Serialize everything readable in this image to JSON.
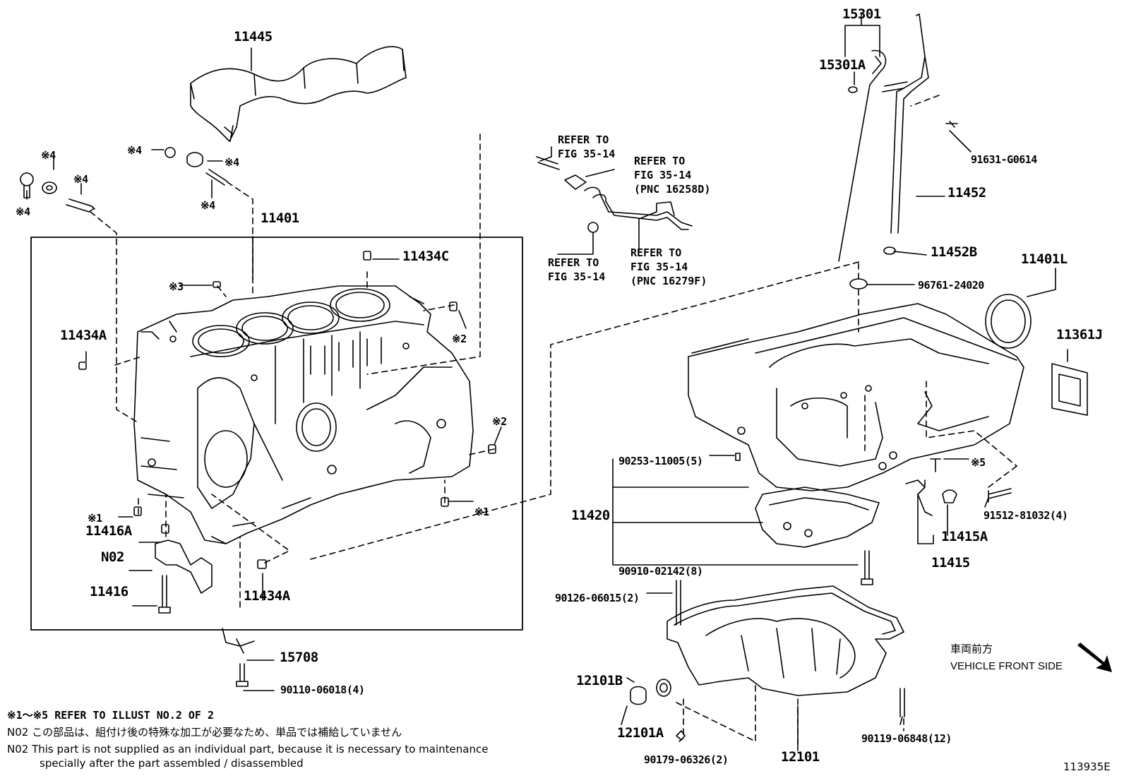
{
  "diagram_id": "113935E",
  "front_indicator": {
    "ja": "車両前方",
    "en": "VEHICLE FRONT SIDE"
  },
  "parts": {
    "p11445": "11445",
    "p11401": "11401",
    "p11434C": "11434C",
    "p11434A_left": "11434A",
    "p11434A_bottom": "11434A",
    "p11416A": "11416A",
    "pN02": "N02",
    "p11416": "11416",
    "p15708": "15708",
    "p90110": "90110-06018(4)",
    "p15301": "15301",
    "p15301A": "15301A",
    "p91631": "91631-G0614",
    "p11452": "11452",
    "p11452B": "11452B",
    "p96761": "96761-24020",
    "p11401L": "11401L",
    "p11361J": "11361J",
    "p90253": "90253-11005(5)",
    "p11420": "11420",
    "p90910": "90910-02142(8)",
    "p91512": "91512-81032(4)",
    "p11415A": "11415A",
    "p11415": "11415",
    "p90126": "90126-06015(2)",
    "p12101B": "12101B",
    "p12101A": "12101A",
    "p90179": "90179-06326(2)",
    "p12101": "12101",
    "p90119": "90119-06848(12)"
  },
  "marks": {
    "m4a": "※4",
    "m4b": "※4",
    "m4c": "※4",
    "m4d": "※4",
    "m4e": "※4",
    "m4f": "※4",
    "m3": "※3",
    "m2a": "※2",
    "m2b": "※2",
    "m1a": "※1",
    "m1b": "※1",
    "m5": "※5"
  },
  "refers": {
    "r1": "REFER TO\nFIG 35-14",
    "r2": "REFER TO\nFIG 35-14\n(PNC 16258D)",
    "r3": "REFER TO\nFIG 35-14",
    "r4": "REFER TO\nFIG 35-14\n(PNC 16279F)"
  },
  "notes": {
    "n1": "※1～※5 REFER TO ILLUST NO.2 OF 2",
    "n2": "N02  この部品は、組付け後の特殊な加工が必要なため、単品では補給していません",
    "n3": "N02  This part is not supplied as an individual part, because it is necessary to maintenance",
    "n4": "specially after the part assembled / disassembled"
  }
}
